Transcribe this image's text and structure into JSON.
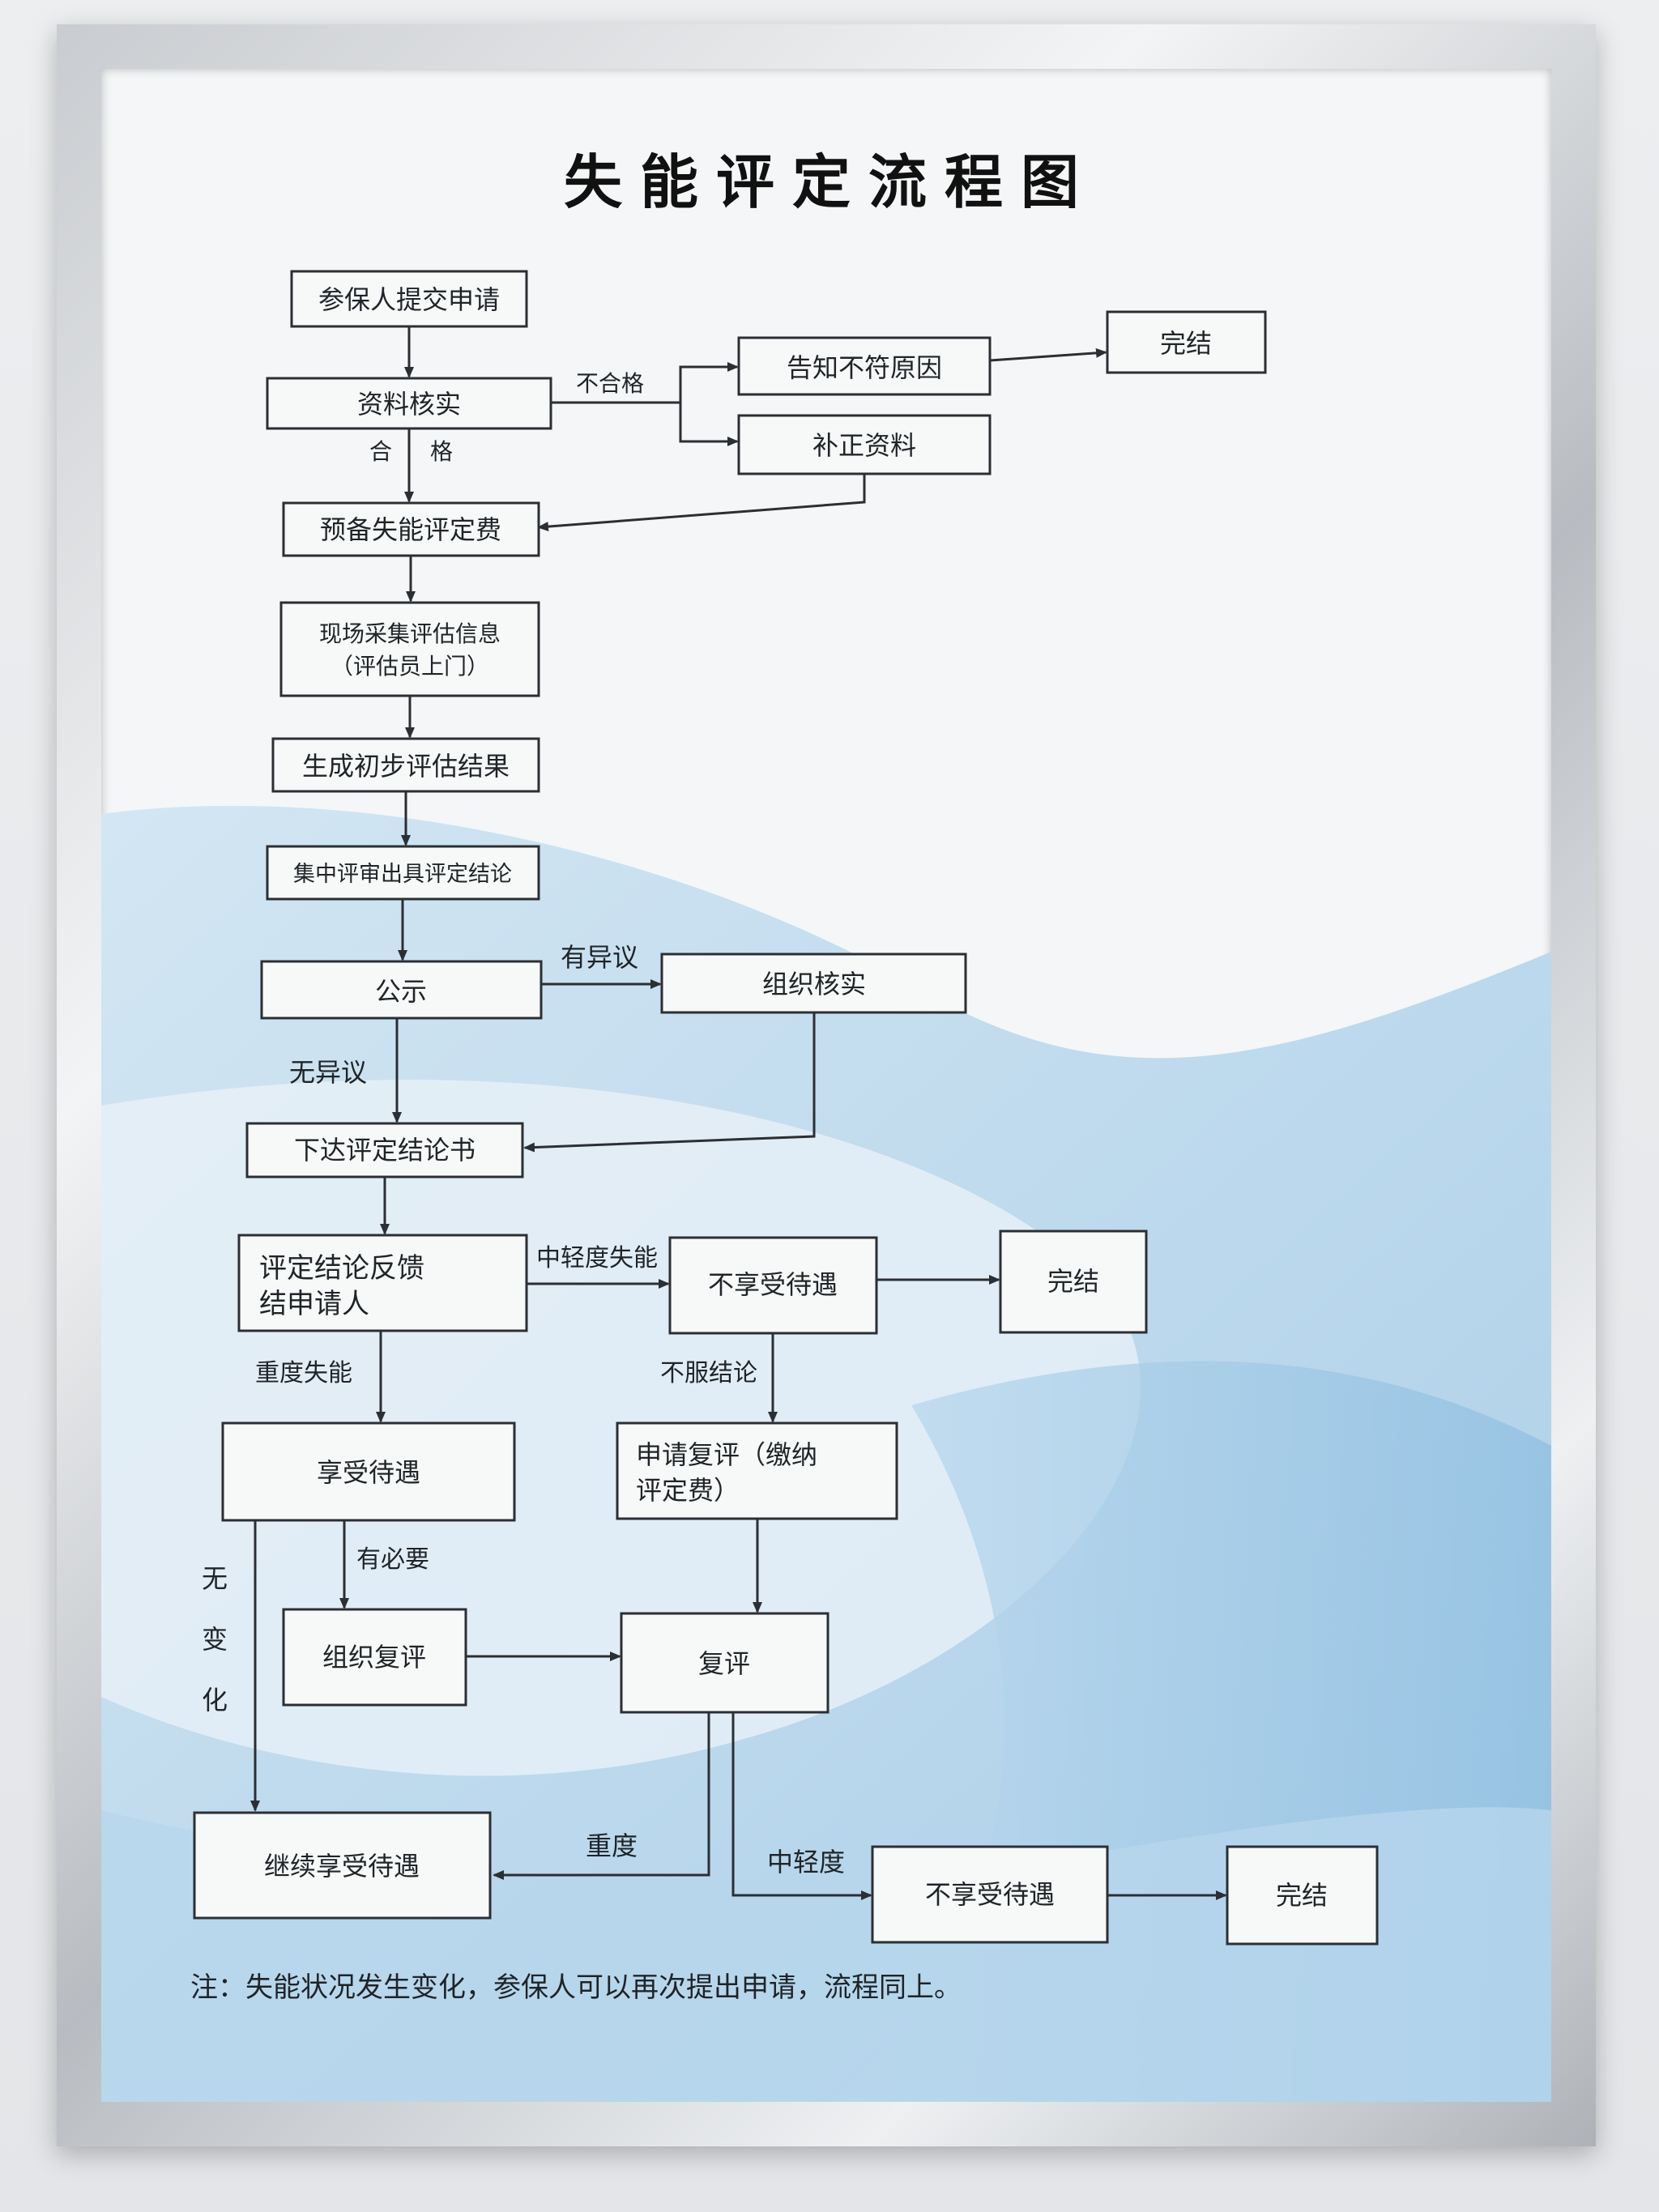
{
  "title": "失能评定流程图",
  "nodes": {
    "submit": "参保人提交申请",
    "verify": "资料核实",
    "notify_reason": "告知不符原因",
    "end1": "完结",
    "supplement": "补正资料",
    "prepay": "预备失能评定费",
    "onsite_line1": "现场采集评估信息",
    "onsite_line2": "（评估员上门）",
    "prelim": "生成初步评估结果",
    "review": "集中评审出具评定结论",
    "publicize": "公示",
    "org_verify": "组织核实",
    "issue": "下达评定结论书",
    "feedback_line1": "评定结论反馈",
    "feedback_line2": "结申请人",
    "no_benefit1": "不享受待遇",
    "end2": "完结",
    "enjoy": "享受待遇",
    "appeal_line1": "申请复评（缴纳",
    "appeal_line2": "评定费）",
    "org_reeval": "组织复评",
    "reeval": "复评",
    "continue": "继续享受待遇",
    "no_benefit2": "不享受待遇",
    "end3": "完结"
  },
  "edges": {
    "unqualified": "不合格",
    "qualified_a": "合",
    "qualified_b": "格",
    "objection": "有异议",
    "no_objection": "无异议",
    "mild": "中轻度失能",
    "severe": "重度失能",
    "disagree": "不服结论",
    "necessary": "有必要",
    "no_change_1": "无",
    "no_change_2": "变",
    "no_change_3": "化",
    "heavy": "重度",
    "medium_light": "中轻度"
  },
  "note": "注：失能状况发生变化，参保人可以再次提出申请，流程同上。"
}
